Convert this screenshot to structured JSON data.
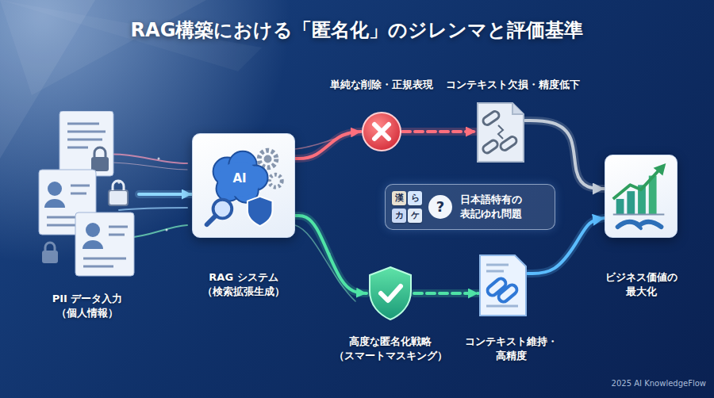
{
  "diagram": {
    "title": "RAG構築における「匿名化」のジレンマと評価基準",
    "nodes": [
      {
        "text": [
          "PII データ入力 （個人情報）"
        ]
      },
      {
        "text": [
          "RAG システム （検索拡張生成）"
        ]
      },
      {
        "text": [
          "単純な削除・正規表現"
        ]
      },
      {
        "text": [
          "コンテキスト欠損・精度低下"
        ]
      },
      {
        "text": [
          "漢",
          "ら",
          "カ",
          "ケ",
          "?",
          "日本語特有の 表記ゆれ問題"
        ]
      },
      {
        "text": [
          "高度な匿名化戦略 （スマートマスキング）"
        ]
      },
      {
        "text": [
          "コンテキスト維持・ 高精度"
        ]
      },
      {
        "text": [
          "ビジネス価値の 最大化"
        ]
      }
    ],
    "edges": [
      {
        "from": 0,
        "to": 1,
        "arrow": "to"
      },
      {
        "from": 1,
        "to": 2,
        "arrow": "to"
      },
      {
        "from": 2,
        "to": 3,
        "arrow": "to"
      },
      {
        "from": 3,
        "to": 7,
        "arrow": "to"
      },
      {
        "from": 1,
        "to": 5,
        "arrow": "to"
      },
      {
        "from": 5,
        "to": 6,
        "arrow": "to"
      },
      {
        "from": 6,
        "to": 7,
        "arrow": "to"
      }
    ],
    "labels": [
      "AI",
      "2025 AI KnowledgeFlow"
    ]
  }
}
